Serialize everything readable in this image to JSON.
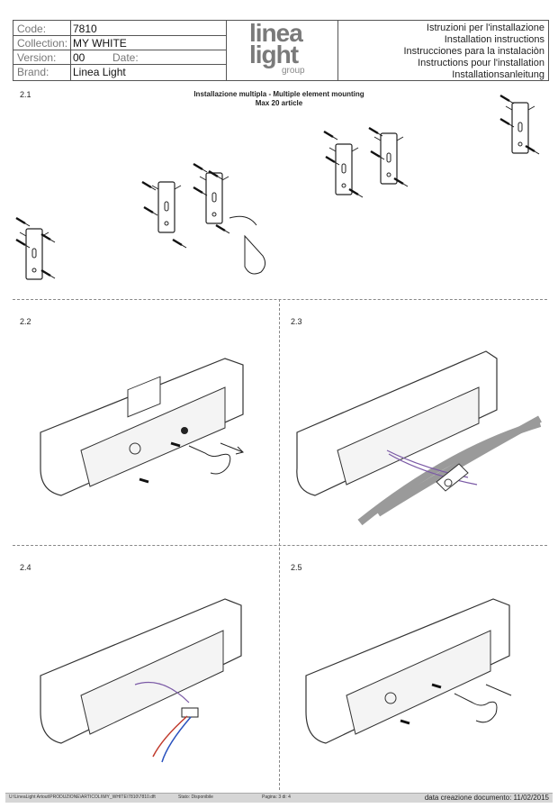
{
  "header": {
    "labels": {
      "code": "Code:",
      "collection": "Collection:",
      "version": "Version:",
      "date": "Date:",
      "brand": "Brand:"
    },
    "values": {
      "code": "7810",
      "collection": "MY WHITE",
      "version": "00",
      "date": "",
      "brand": "Linea Light"
    },
    "logo": {
      "line1": "linea",
      "line2": "light",
      "line3": "group"
    },
    "instructions": [
      "Istruzioni per l'installazione",
      "Installation instructions",
      "Instrucciones para la instalaciòn",
      "Instructions pour l'installation",
      "Installationsanleitung"
    ]
  },
  "steps": {
    "s21": {
      "num": "2.1",
      "title1": "Installazione multipla - Multiple element mounting",
      "title2": "Max 20 article"
    },
    "s22": {
      "num": "2.2"
    },
    "s23": {
      "num": "2.3"
    },
    "s24": {
      "num": "2.4"
    },
    "s25": {
      "num": "2.5"
    }
  },
  "footer": {
    "path": "U:\\LineaLight Artout\\PRODUZIONE\\ARTICOLI\\MY_WHITE\\7810\\7810.dft",
    "status": "Stato: Disponibile",
    "page": "Pagina: 3 di: 4",
    "created": "data creazione documento: 11/02/2015"
  },
  "colors": {
    "logo": "#7a7a7a",
    "wire_purple": "#7b5aa6",
    "wire_red": "#c0392b",
    "wire_blue": "#2a52be",
    "cable_gray": "#9a9a9a"
  }
}
